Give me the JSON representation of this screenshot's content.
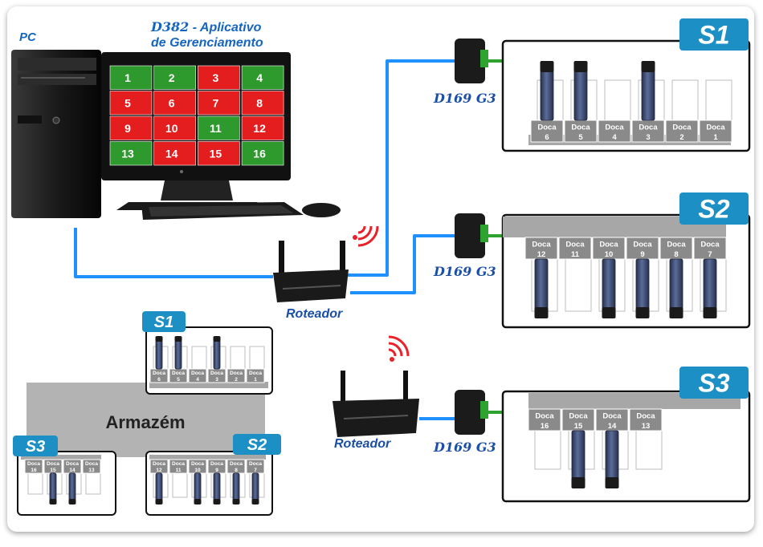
{
  "title": {
    "code": "D382",
    "rest": " - Aplicativo",
    "line2": "de Gerenciamento"
  },
  "pc_label": "PC",
  "router_label": "Roteador",
  "device_label": "D169 G3",
  "warehouse_label": "Armazém",
  "dock_word": "Doca",
  "grid_tiles": [
    {
      "n": "1",
      "status": "green"
    },
    {
      "n": "2",
      "status": "green"
    },
    {
      "n": "3",
      "status": "red"
    },
    {
      "n": "4",
      "status": "green"
    },
    {
      "n": "5",
      "status": "red"
    },
    {
      "n": "6",
      "status": "red"
    },
    {
      "n": "7",
      "status": "red"
    },
    {
      "n": "8",
      "status": "red"
    },
    {
      "n": "9",
      "status": "red"
    },
    {
      "n": "10",
      "status": "red"
    },
    {
      "n": "11",
      "status": "green"
    },
    {
      "n": "12",
      "status": "red"
    },
    {
      "n": "13",
      "status": "green"
    },
    {
      "n": "14",
      "status": "red"
    },
    {
      "n": "15",
      "status": "red"
    },
    {
      "n": "16",
      "status": "green"
    }
  ],
  "sectors": [
    {
      "label": "S1",
      "docks": [
        {
          "n": "6",
          "truck": true
        },
        {
          "n": "5",
          "truck": true
        },
        {
          "n": "4",
          "truck": false
        },
        {
          "n": "3",
          "truck": true
        },
        {
          "n": "2",
          "truck": false
        },
        {
          "n": "1",
          "truck": false
        }
      ]
    },
    {
      "label": "S2",
      "docks": [
        {
          "n": "12",
          "truck": true
        },
        {
          "n": "11",
          "truck": false
        },
        {
          "n": "10",
          "truck": true
        },
        {
          "n": "9",
          "truck": true
        },
        {
          "n": "8",
          "truck": true
        },
        {
          "n": "7",
          "truck": true
        }
      ]
    },
    {
      "label": "S3",
      "docks": [
        {
          "n": "16",
          "truck": false
        },
        {
          "n": "15",
          "truck": true
        },
        {
          "n": "14",
          "truck": true
        },
        {
          "n": "13",
          "truck": false
        }
      ]
    }
  ],
  "colors": {
    "link": "#1e90ff",
    "brand_blue": "#1a4fa8",
    "tile_green": "#2e9a2e",
    "tile_red": "#e41e1e",
    "sector_badge": "#1c8fc4",
    "truck": "#3c4a6e",
    "wifi": "#e8212a"
  }
}
